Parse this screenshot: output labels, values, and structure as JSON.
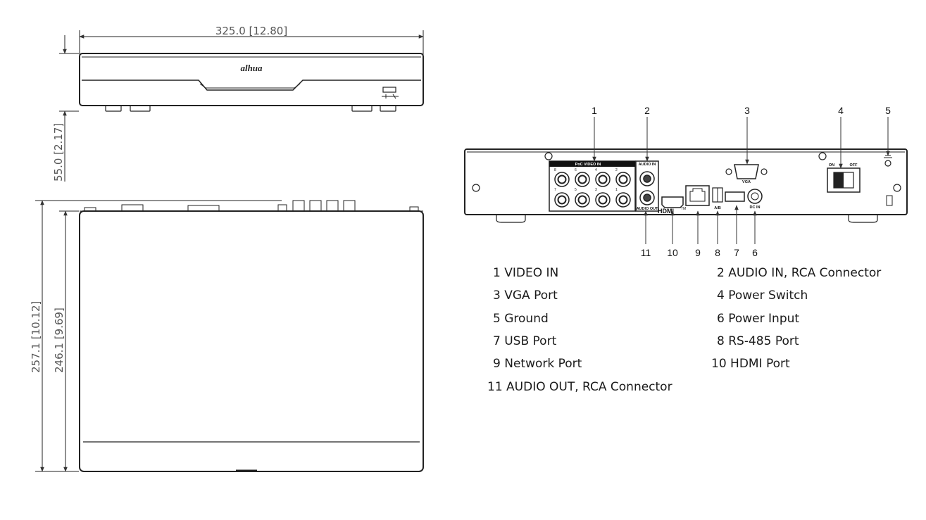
{
  "dimensions": {
    "width": "325.0  [12.80]",
    "height": "55.0  [2.17]",
    "depth_outer": "257.1  [10.12]",
    "depth_inner": "246.1  [9.69]"
  },
  "front_logo": "alhua",
  "rear_panel": {
    "poc_label": "PoC VIDEO IN",
    "audio_in_label": "AUDIO IN",
    "audio_out_label": "AUDIO OUT",
    "vga_label": "VGA",
    "hdmi_label": "HDMI",
    "hdmi_tm": "TM",
    "ab_label": "A/B",
    "dc_label": "DC IN",
    "on_label": "ON",
    "off_label": "OFF",
    "channel_top": [
      "8",
      "6",
      "4",
      "2"
    ],
    "channel_bottom": [
      "7",
      "5",
      "3",
      "1"
    ]
  },
  "callouts": [
    "1",
    "2",
    "3",
    "4",
    "5",
    "11",
    "10",
    "9",
    "8",
    "7",
    "6"
  ],
  "legend": [
    {
      "num": "1",
      "text": "VIDEO IN"
    },
    {
      "num": "2",
      "text": "AUDIO IN, RCA Connector"
    },
    {
      "num": "3",
      "text": "VGA Port"
    },
    {
      "num": "4",
      "text": "Power Switch"
    },
    {
      "num": "5",
      "text": "Ground"
    },
    {
      "num": "6",
      "text": "Power Input"
    },
    {
      "num": "7",
      "text": "USB Port"
    },
    {
      "num": "8",
      "text": "RS-485 Port"
    },
    {
      "num": "9",
      "text": "Network Port"
    },
    {
      "num": "10",
      "text": "HDMI Port"
    },
    {
      "num": "11",
      "text": "AUDIO OUT, RCA Connector"
    }
  ]
}
